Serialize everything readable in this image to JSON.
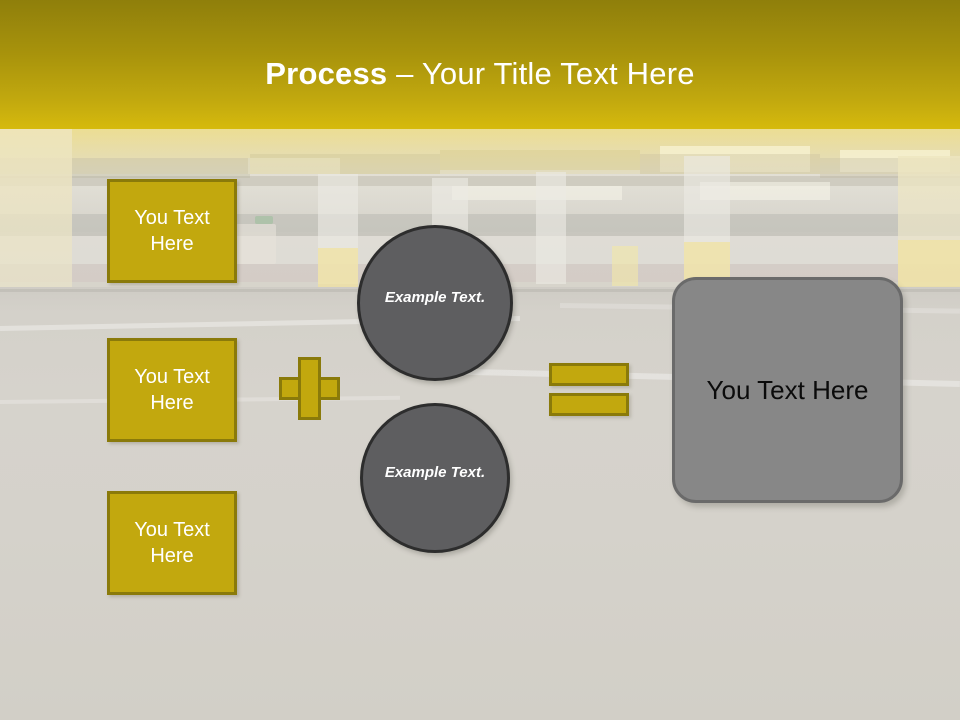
{
  "slide": {
    "title": {
      "bold_part": "Process",
      "separator": " – ",
      "rest": "Your Title Text Here"
    },
    "background": {
      "scene": "parking-garage-photo",
      "header_gradient_top": "#8f7f0b",
      "header_gradient_bottom": "#d6ba0d",
      "floor_color": "#d5d2cb"
    },
    "accent_color": "#c2a80e",
    "accent_border_color": "#8a7a0a",
    "circle_color": "#5e5e60",
    "circle_border_color": "#2d2d2d",
    "result_color": "#878787",
    "input_boxes": [
      {
        "label": "You Text Here"
      },
      {
        "label": "You Text Here"
      },
      {
        "label": "You Text Here"
      }
    ],
    "operators": {
      "plus": "+",
      "equals": "="
    },
    "circles": [
      {
        "label": "Example Text."
      },
      {
        "label": "Example Text."
      }
    ],
    "result": {
      "label": "You Text Here"
    }
  }
}
